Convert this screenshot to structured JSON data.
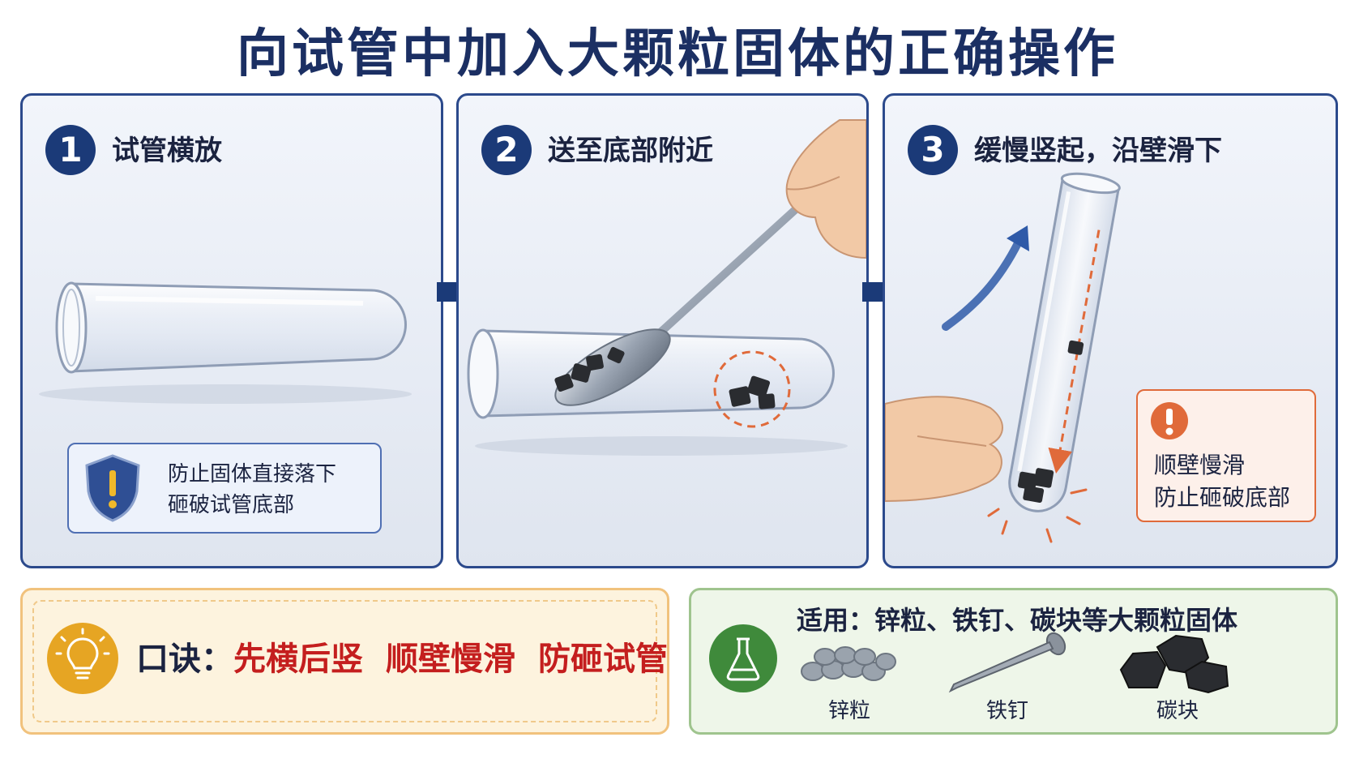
{
  "title": "向试管中加入大颗粒固体的正确操作",
  "steps": [
    {
      "number": "1",
      "title": "试管横放"
    },
    {
      "number": "2",
      "title": "送至底部附近"
    },
    {
      "number": "3",
      "title": "缓慢竖起，沿壁滑下"
    }
  ],
  "step1_warning": {
    "line1": "防止固体直接落下",
    "line2": "砸破试管底部"
  },
  "step3_warning": {
    "line1": "顺壁慢滑",
    "line2": "防止砸破底部"
  },
  "tip": {
    "label": "口诀：",
    "items": [
      "先横后竖",
      "顺壁慢滑",
      "防砸试管"
    ]
  },
  "apply": {
    "title": "适用：锌粒、铁钉、碳块等大颗粒固体",
    "materials": [
      "锌粒",
      "铁钉",
      "碳块"
    ]
  },
  "icons": {
    "step1": "shield-warning-icon",
    "step3": "exclamation-icon",
    "tip": "lightbulb-icon",
    "apply": "flask-icon"
  },
  "colors": {
    "navy": "#1b3a78",
    "tip_red": "#c41e1e",
    "warning_orange": "#e06a3a",
    "apply_green": "#3f8a3b",
    "tip_gold": "#e6a523"
  }
}
